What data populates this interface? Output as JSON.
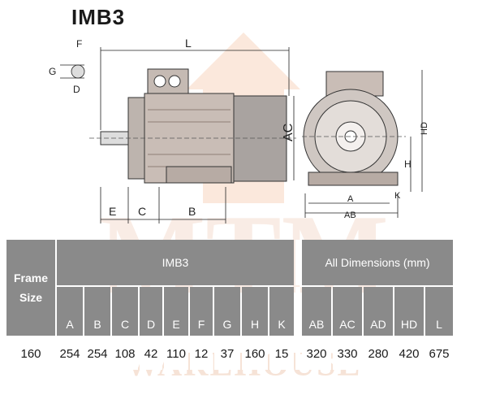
{
  "title": "IMB3",
  "watermark": {
    "top": "MTM",
    "bottom": "WAREHOUSE"
  },
  "diagram": {
    "labels": {
      "L": "L",
      "F": "F",
      "G": "G",
      "D": "D",
      "E": "E",
      "C": "C",
      "B": "B",
      "AC": "AC",
      "HD": "HD",
      "H": "H",
      "A": "A",
      "AB": "AB",
      "K": "K"
    }
  },
  "table": {
    "frame_header": "Frame Size",
    "group1": "IMB3",
    "group2": "All Dimensions (mm)",
    "columns1": [
      "A",
      "B",
      "C",
      "D",
      "E",
      "F",
      "G",
      "H",
      "K"
    ],
    "columns2": [
      "AB",
      "AC",
      "AD",
      "HD",
      "L"
    ],
    "row": {
      "frame": "160",
      "values1": [
        "254",
        "254",
        "108",
        "42",
        "110",
        "12",
        "37",
        "160",
        "15"
      ],
      "values2": [
        "320",
        "330",
        "280",
        "420",
        "675"
      ]
    }
  },
  "colors": {
    "header_bg": "#8a8a8a",
    "watermark": "#f2d7c6",
    "line": "#222222"
  }
}
